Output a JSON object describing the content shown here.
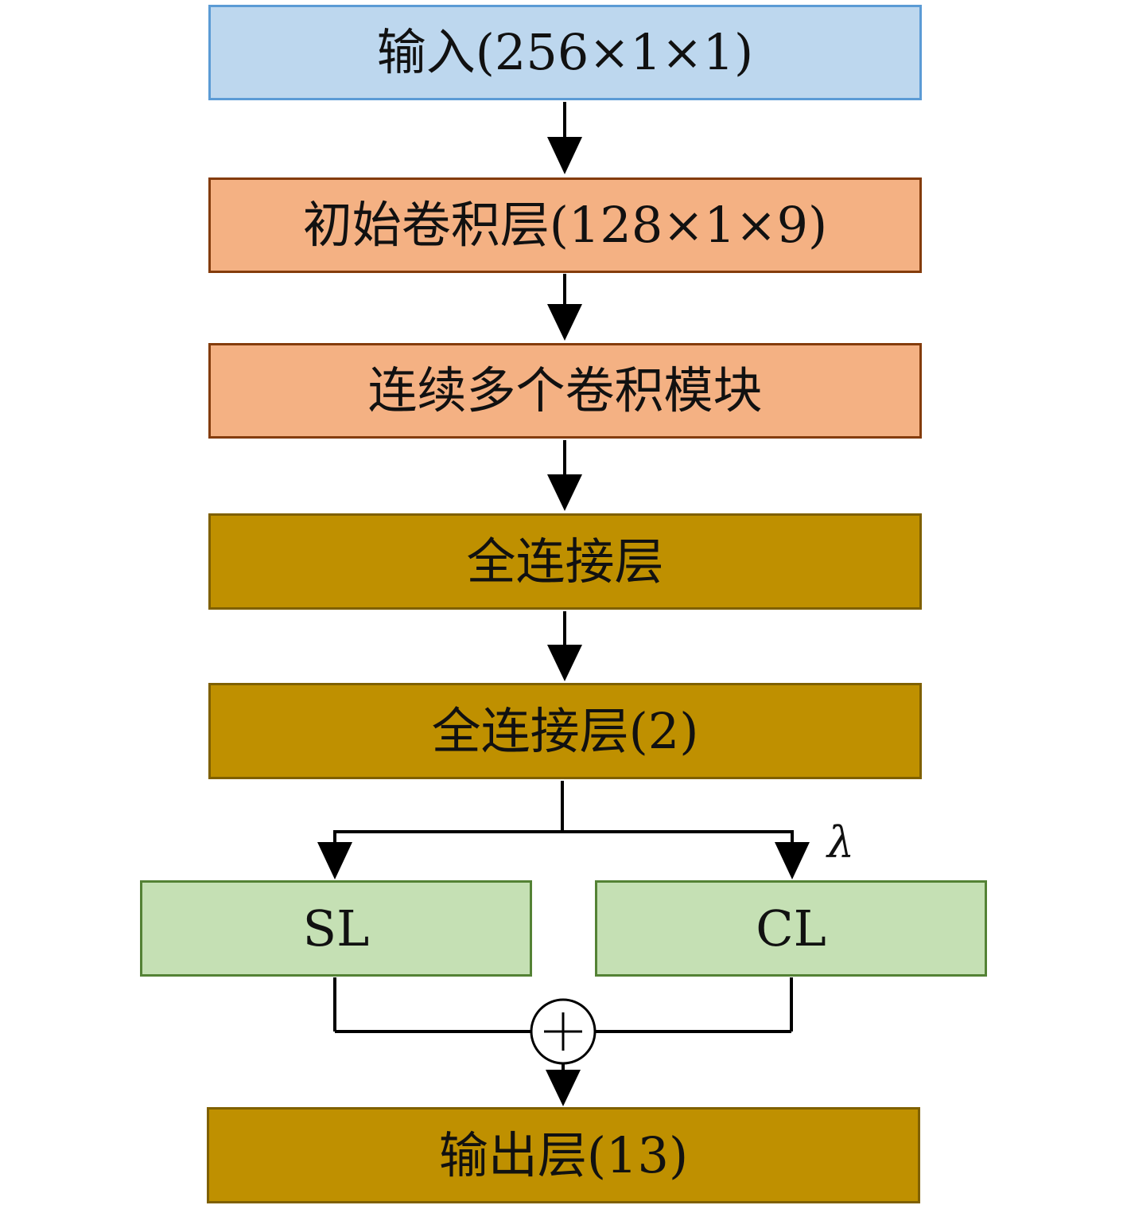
{
  "nodes": {
    "input": {
      "label": "输入(256×1×1)"
    },
    "conv0": {
      "label": "初始卷积层(128×1×9)"
    },
    "convs": {
      "label": "连续多个卷积模块"
    },
    "fc1": {
      "label": "全连接层"
    },
    "fc2": {
      "label": "全连接层(2)"
    },
    "sl": {
      "label": "SL"
    },
    "cl": {
      "label": "CL"
    },
    "output": {
      "label": "输出层(13)"
    }
  },
  "edge_labels": {
    "cl_weight": "λ"
  },
  "colors": {
    "input_fill": "#bdd7ee",
    "input_border": "#5b9bd5",
    "conv_fill": "#f4b183",
    "conv_border": "#843c0c",
    "fc_fill": "#bf9000",
    "fc_border": "#7f6000",
    "loss_fill": "#c5e0b4",
    "loss_border": "#548235",
    "arrow": "#000000"
  }
}
